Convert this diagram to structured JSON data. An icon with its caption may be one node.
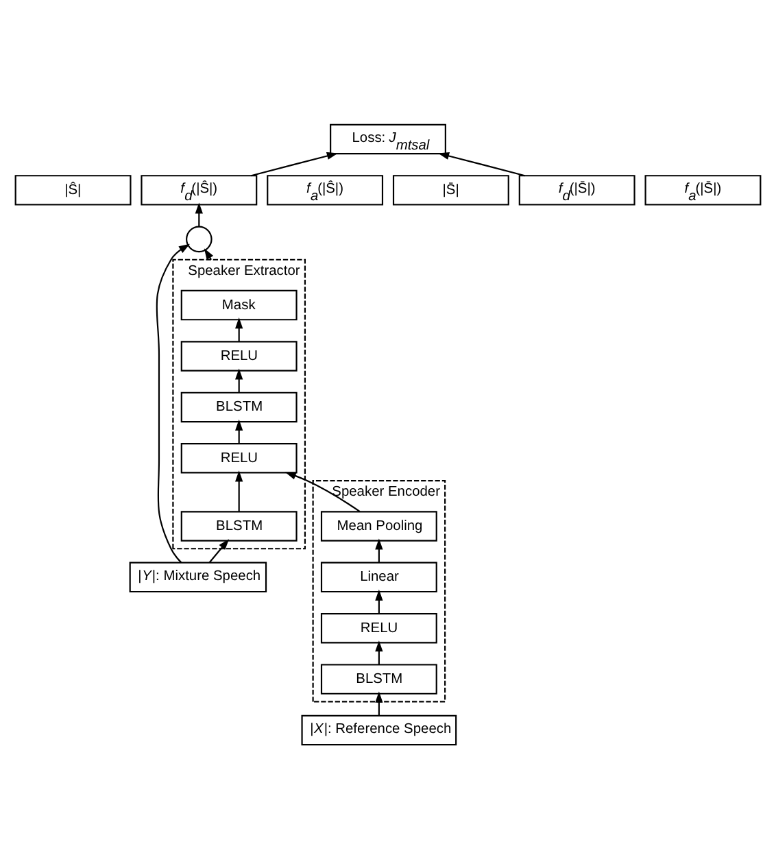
{
  "diagram": {
    "nodes": [
      {
        "text": [
          "Loss: *J*$_{mtsal}$"
        ]
      },
      {
        "text": [
          "|Ŝ|"
        ]
      },
      {
        "text": [
          "*f*$_{d}$(|Ŝ|)"
        ]
      },
      {
        "text": [
          "*f*$_{a}$(|Ŝ|)"
        ]
      },
      {
        "text": [
          "|S̄|"
        ]
      },
      {
        "text": [
          "*f*$_{d}$(|S̄|)"
        ]
      },
      {
        "text": [
          "*f*$_{a}$(|S̄|)"
        ]
      },
      {
        "text": [],
        "shape": "circle"
      },
      {
        "text": [
          "Speaker Extractor"
        ]
      },
      {
        "text": [
          "Mask"
        ],
        "in": 8
      },
      {
        "text": [
          "RELU"
        ],
        "in": 8
      },
      {
        "text": [
          "BLSTM"
        ],
        "in": 8
      },
      {
        "text": [
          "RELU"
        ],
        "in": 8
      },
      {
        "text": [
          "BLSTM"
        ],
        "in": 8
      },
      {
        "text": [
          "Speaker Encoder"
        ]
      },
      {
        "text": [
          "Mean Pooling"
        ],
        "in": 14
      },
      {
        "text": [
          "Linear"
        ],
        "in": 14
      },
      {
        "text": [
          "RELU"
        ],
        "in": 14
      },
      {
        "text": [
          "BLSTM"
        ],
        "in": 14
      },
      {
        "text": [
          "|*Y*|: Mixture Speech"
        ]
      },
      {
        "text": [
          "|*X*|: Reference Speech"
        ]
      }
    ],
    "edges": [
      {
        "from": 2,
        "to": 0,
        "arrow": "to"
      },
      {
        "from": 5,
        "to": 0,
        "arrow": "to"
      },
      {
        "from": 7,
        "to": 2,
        "arrow": "to"
      },
      {
        "from": 9,
        "to": 7,
        "arrow": "to"
      },
      {
        "from": 19,
        "to": 7,
        "arrow": "to"
      },
      {
        "from": 10,
        "to": 9,
        "arrow": "to"
      },
      {
        "from": 11,
        "to": 10,
        "arrow": "to"
      },
      {
        "from": 12,
        "to": 11,
        "arrow": "to"
      },
      {
        "from": 13,
        "to": 12,
        "arrow": "to"
      },
      {
        "from": 15,
        "to": 12,
        "arrow": "to"
      },
      {
        "from": 16,
        "to": 15,
        "arrow": "to"
      },
      {
        "from": 17,
        "to": 16,
        "arrow": "to"
      },
      {
        "from": 18,
        "to": 17,
        "arrow": "to"
      },
      {
        "from": 19,
        "to": 13,
        "arrow": "to"
      },
      {
        "from": 20,
        "to": 18,
        "arrow": "to"
      }
    ]
  }
}
